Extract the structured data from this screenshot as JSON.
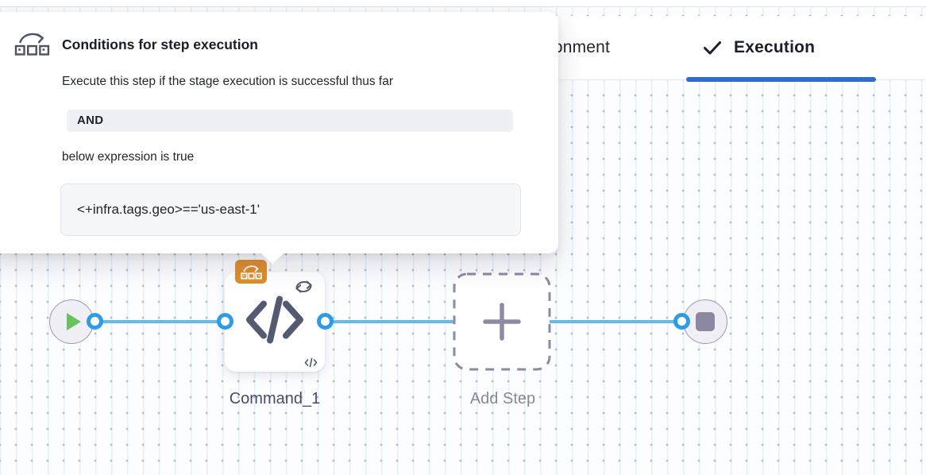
{
  "header": {
    "tab_environment": "Environment",
    "tab_execution": "Execution"
  },
  "popover": {
    "title": "Conditions for step execution",
    "description": "Execute this step if the stage execution is successful thus far",
    "operator_badge": "AND",
    "expression_intro": "below expression is true",
    "expression": "<+infra.tags.geo>=='us-east-1'"
  },
  "canvas": {
    "step_name": "Command_1",
    "add_step_label": "Add Step"
  },
  "colors": {
    "tab_active_underline": "#2E6BD2",
    "connector_ring_blue": "#2E9BE6",
    "flow_line_blue": "#64B9EE",
    "conditional_badge_orange": "#DE8E2E",
    "play_green": "#68C35F",
    "node_icon_slate": "#555B72",
    "placeholder_grey_purple": "#8E8AA6"
  }
}
